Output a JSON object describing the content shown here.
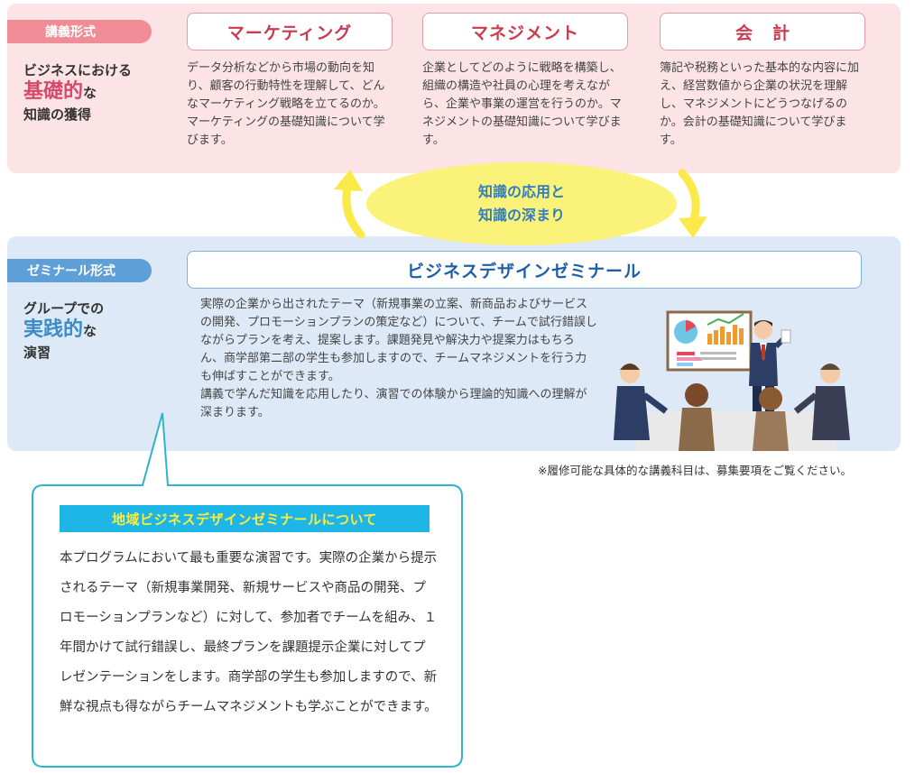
{
  "lecture": {
    "tag": "講義形式",
    "lead_line1": "ビジネスにおける",
    "lead_big": "基礎的",
    "lead_suffix": "な",
    "lead_line3": "知識の獲得",
    "subjects": [
      {
        "title": "マーケティング",
        "desc": "データ分析などから市場の動向を知り、顧客の行動特性を理解して、どんなマーケティング戦略を立てるのか。マーケティングの基礎知識について学びます。"
      },
      {
        "title": "マネジメント",
        "desc": "企業としてどのように戦略を構築し、組織の構造や社員の心理を考えながら、企業や事業の運営を行うのか。マネジメントの基礎知識について学びます。"
      },
      {
        "title": "会計",
        "desc": "簿記や税務といった基本的な内容に加え、経営数値から企業の状況を理解し、マネジメントにどうつなげるのか。会計の基礎知識について学びます。"
      }
    ]
  },
  "bridge": {
    "line1": "知識の応用と",
    "line2": "知識の深まり"
  },
  "seminar": {
    "tag": "ゼミナール形式",
    "lead_line1": "グループでの",
    "lead_big": "実践的",
    "lead_suffix": "な",
    "lead_line3": "演習",
    "title": "ビジネスデザインゼミナール",
    "desc1": "実際の企業から出されたテーマ（新規事業の立案、新商品およびサービスの開発、プロモーションプランの策定など）について、チームで試行錯誤しながらプランを考え、提案します。課題発見や解決力や提案力はもちろん、商学部第二部の学生も参加しますので、チームマネジメントを行う力も伸ばすことができます。",
    "desc2": "講義で学んだ知識を応用したり、演習での体験から理論的知識への理解が深まります。"
  },
  "note": "※履修可能な具体的な講義科目は、募集要項をご覧ください。",
  "callout": {
    "heading": "地域ビジネスデザインゼミナールについて",
    "body": "本プログラムにおいて最も重要な演習です。実際の企業から提示されるテーマ（新規事業開発、新規サービスや商品の開発、プロモーションプランなど）に対して、参加者でチームを組み、１年間かけて試行錯誤し、最終プランを課題提示企業に対してプレゼンテーションをします。商学部の学生も参加しますので、新鮮な視点も得ながらチームマネジメントも学ぶことができます。"
  },
  "colors": {
    "pink_band": "#fbe3e6",
    "blue_band": "#dde9f7",
    "accent_red": "#c83c50",
    "accent_blue": "#1f5fa8",
    "callout_heading_bg": "#1eb6e6",
    "callout_heading_text": "#ffeb3b",
    "oval": "#fbf27a"
  }
}
